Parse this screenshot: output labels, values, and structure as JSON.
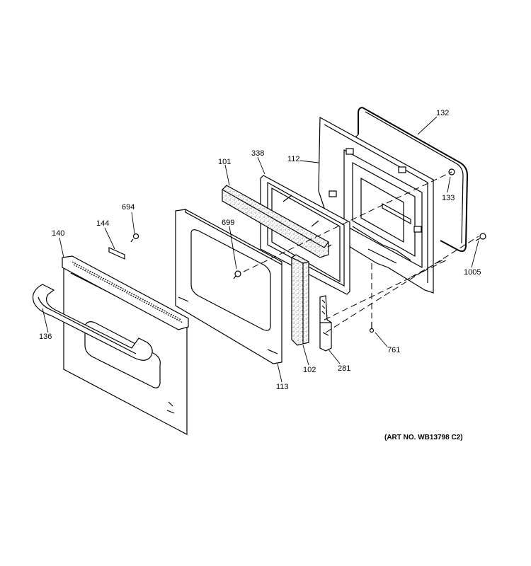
{
  "labels": {
    "p132": "132",
    "p112": "112",
    "p338": "338",
    "p101": "101",
    "p133": "133",
    "p694": "694",
    "p144": "144",
    "p140": "140",
    "p699": "699",
    "p1005": "1005",
    "p136": "136",
    "p761": "761",
    "p102": "102",
    "p281": "281",
    "p113": "113"
  },
  "art_number": "(ART NO. WB13798 C2)"
}
